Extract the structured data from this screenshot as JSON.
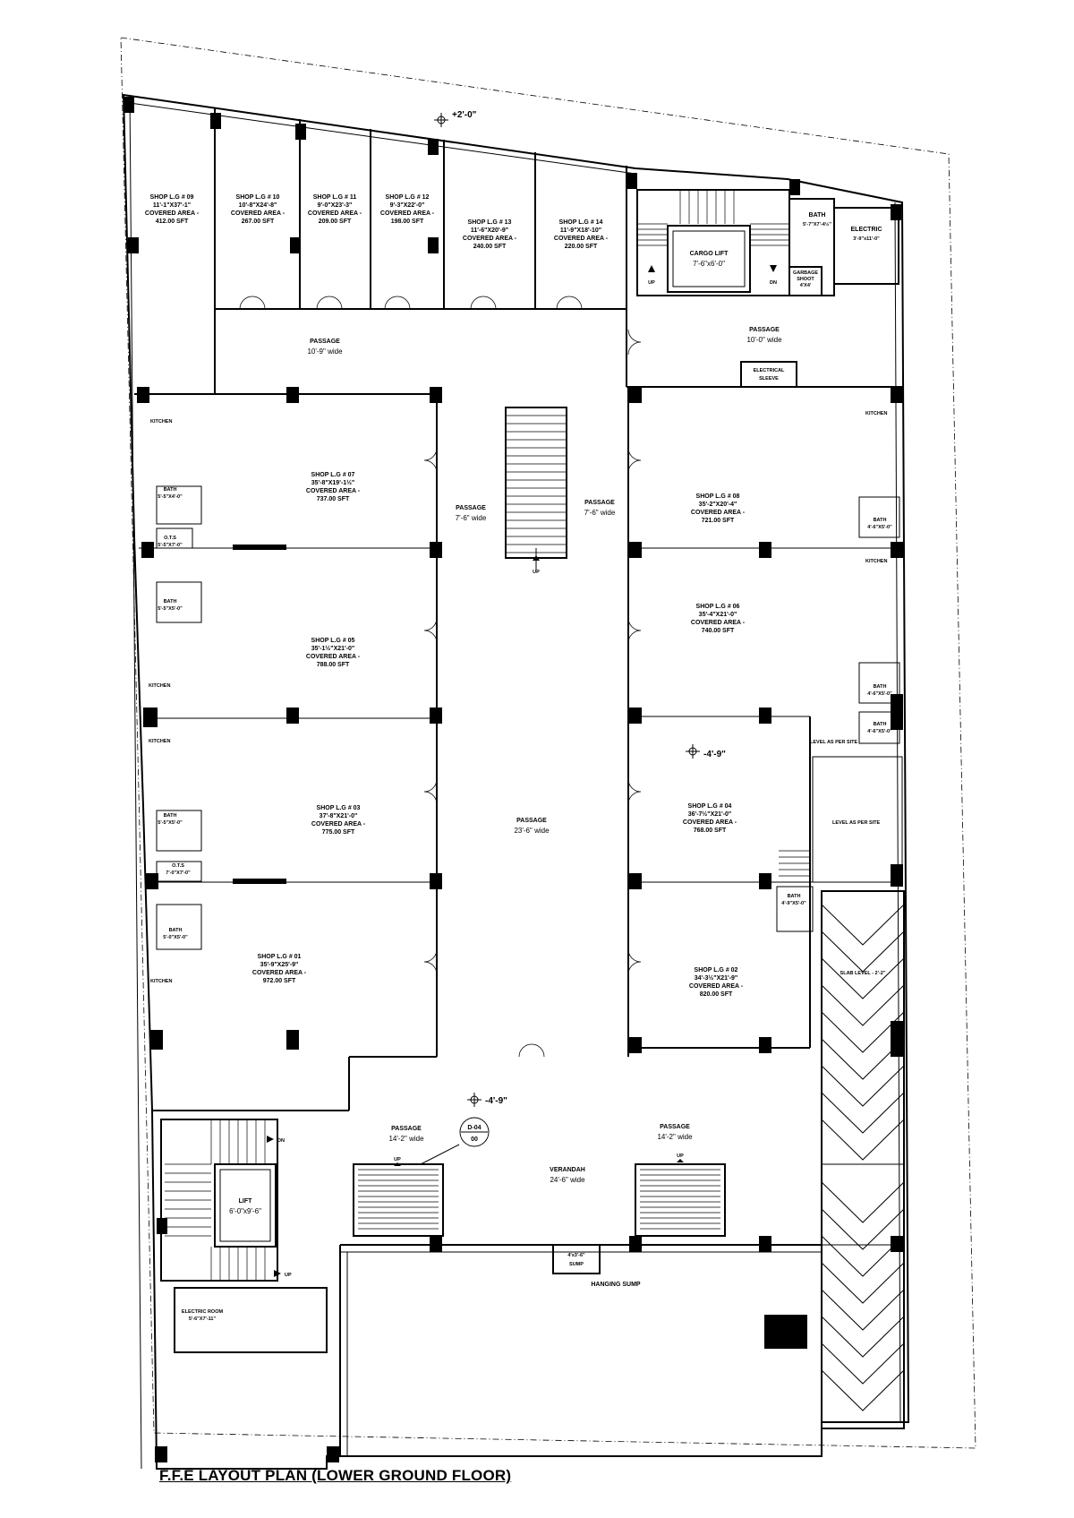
{
  "title": "F.F.E LAYOUT PLAN (LOWER GROUND FLOOR)",
  "levels": {
    "top": "+2'-0\"",
    "mid": "-4'-9\"",
    "lower": "-4'-9\""
  },
  "callout": {
    "top": "D-04",
    "bottom": "00"
  },
  "shops_top": [
    {
      "name": "SHOP L.G # 09",
      "size": "11'-1\"X37'-1\"",
      "area_label": "COVERED AREA -",
      "area": "412.00 SFT"
    },
    {
      "name": "SHOP L.G # 10",
      "size": "10'-8\"X24'-8\"",
      "area_label": "COVERED AREA -",
      "area": "267.00 SFT"
    },
    {
      "name": "SHOP L.G # 11",
      "size": "9'-0\"X23'-3\"",
      "area_label": "COVERED AREA -",
      "area": "209.00 SFT"
    },
    {
      "name": "SHOP L.G # 12",
      "size": "9'-3\"X22'-0\"",
      "area_label": "COVERED AREA -",
      "area": "198.00 SFT"
    },
    {
      "name": "SHOP L.G # 13",
      "size": "11'-6\"X20'-9\"",
      "area_label": "COVERED AREA -",
      "area": "240.00 SFT"
    },
    {
      "name": "SHOP L.G # 14",
      "size": "11'-9\"X18'-10\"",
      "area_label": "COVERED AREA -",
      "area": "220.00 SFT"
    }
  ],
  "shops_left": [
    {
      "name": "SHOP L.G # 07",
      "size": "35'-8\"X19'-1½\"",
      "area_label": "COVERED AREA -",
      "area": "737.00 SFT"
    },
    {
      "name": "SHOP L.G # 05",
      "size": "35'-1½\"X21'-0\"",
      "area_label": "COVERED AREA -",
      "area": "788.00 SFT"
    },
    {
      "name": "SHOP L.G # 03",
      "size": "37'-8\"X21'-0\"",
      "area_label": "COVERED AREA -",
      "area": "775.00 SFT"
    },
    {
      "name": "SHOP L.G # 01",
      "size": "35'-9\"X25'-9\"",
      "area_label": "COVERED AREA -",
      "area": "972.00 SFT"
    }
  ],
  "shops_right": [
    {
      "name": "SHOP L.G # 08",
      "size": "35'-2\"X20'-4\"",
      "area_label": "COVERED AREA -",
      "area": "721.00 SFT"
    },
    {
      "name": "SHOP L.G # 06",
      "size": "35'-4\"X21'-0\"",
      "area_label": "COVERED AREA -",
      "area": "740.00 SFT"
    },
    {
      "name": "SHOP L.G # 04",
      "size": "36'-7½\"X21'-0\"",
      "area_label": "COVERED AREA -",
      "area": "768.00 SFT"
    },
    {
      "name": "SHOP L.G # 02",
      "size": "34'-3½\"X21'-9\"",
      "area_label": "COVERED AREA -",
      "area": "820.00 SFT"
    }
  ],
  "passages": {
    "top_left": {
      "name": "PASSAGE",
      "width": "10'-9\" wide"
    },
    "top_right": {
      "name": "PASSAGE",
      "width": "10'-0\" wide"
    },
    "center_left": {
      "name": "PASSAGE",
      "width": "7'-6\" wide"
    },
    "center_right": {
      "name": "PASSAGE",
      "width": "7'-6\" wide"
    },
    "main": {
      "name": "PASSAGE",
      "width": "23'-6\" wide"
    },
    "bottom_left": {
      "name": "PASSAGE",
      "width": "14'-2\" wide"
    },
    "bottom_right": {
      "name": "PASSAGE",
      "width": "14'-2\" wide"
    }
  },
  "verandah": {
    "name": "VERANDAH",
    "width": "24'-6\" wide"
  },
  "cargo_lift": {
    "name": "CARGO LIFT",
    "size": "7'-6\"x6'-0\""
  },
  "lift": {
    "name": "LIFT",
    "size": "6'-0\"x9'-6\""
  },
  "bath_top": {
    "name": "BATH",
    "size": "5'-7\"X7'-4½\""
  },
  "electric": {
    "name": "ELECTRIC",
    "size": "3'-9\"x11'-0\""
  },
  "garbage": {
    "line1": "GARBAGE",
    "line2": "SHOOT",
    "line3": "4'X4'"
  },
  "electrical_sleeve": {
    "line1": "ELECTRICAL",
    "line2": "SLEEVE"
  },
  "kitchens": [
    "KITCHEN",
    "KITCHEN",
    "KITCHEN",
    "KITCHEN",
    "KITCHEN",
    "KITCHEN"
  ],
  "baths_left": [
    {
      "name": "BATH",
      "size": "5'-5\"X4'-0\""
    },
    {
      "name": "BATH",
      "size": "5'-5\"X5'-0\""
    },
    {
      "name": "BATH",
      "size": "5'-5\"X5'-0\""
    },
    {
      "name": "BATH",
      "size": "5'-0\"X5'-0\""
    }
  ],
  "ots": [
    {
      "name": "O.T.S",
      "size": "5'-5\"X7'-0\""
    },
    {
      "name": "O.T.S",
      "size": "7'-0\"X7'-0\""
    }
  ],
  "baths_right": [
    {
      "name": "BATH",
      "size": "4'-6\"X5'-0\""
    },
    {
      "name": "BATH",
      "size": "4'-6\"X5'-0\""
    },
    {
      "name": "BATH",
      "size": "4'-6\"X5'-0\""
    },
    {
      "name": "BATH",
      "size": "4'-9\"X5'-0\""
    }
  ],
  "level_as_per_site_1": "LEVEL AS PER SITE",
  "level_as_per_site_2": "LEVEL AS PER SITE",
  "slab_level": "SLAB LEVEL - 2'-2\"",
  "sump": {
    "size": "4'x3'-6\"",
    "name": "SUMP"
  },
  "hanging_sump": "HANGING SUMP",
  "elect_room": {
    "name": "ELECTRIC ROOM",
    "size": "5'-6\"X7'-11\""
  },
  "arrows": {
    "up": "UP",
    "dn": "DN"
  }
}
